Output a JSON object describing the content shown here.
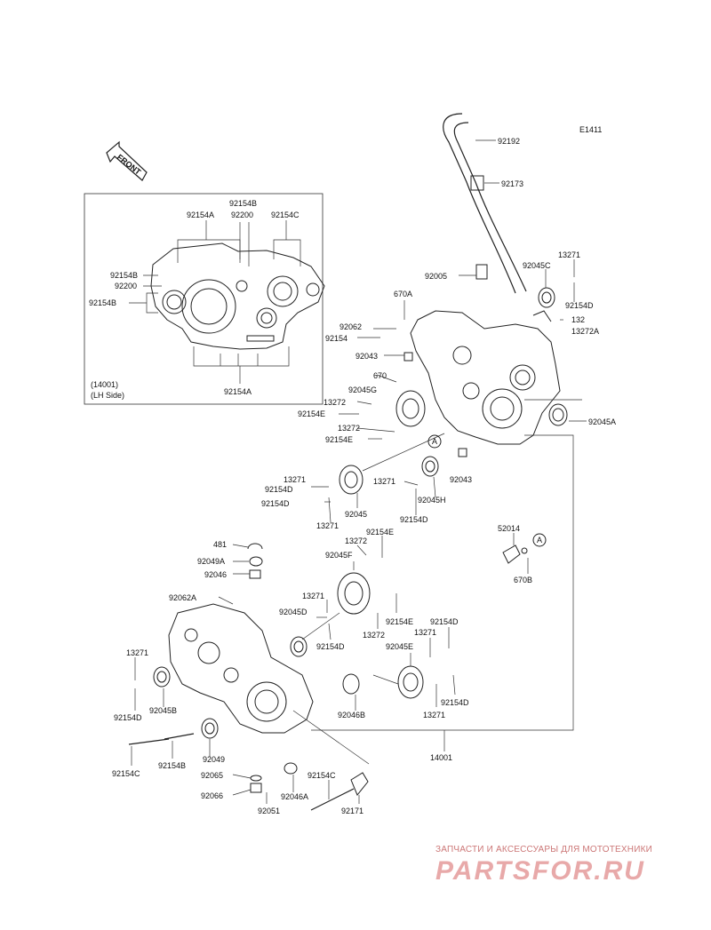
{
  "diagram": {
    "code": "E1411",
    "front_label": "FRONT",
    "inset_caption_code": "(14001)",
    "inset_caption_side": "(LH Side)",
    "labels": [
      {
        "id": "92192",
        "text": "92192"
      },
      {
        "id": "92173",
        "text": "92173"
      },
      {
        "id": "92005",
        "text": "92005"
      },
      {
        "id": "92045C",
        "text": "92045C"
      },
      {
        "id": "13271-a",
        "text": "13271"
      },
      {
        "id": "92154D-a",
        "text": "92154D"
      },
      {
        "id": "132",
        "text": "132"
      },
      {
        "id": "13272A",
        "text": "13272A"
      },
      {
        "id": "670A",
        "text": "670A"
      },
      {
        "id": "92062",
        "text": "92062"
      },
      {
        "id": "92154",
        "text": "92154"
      },
      {
        "id": "92043-a",
        "text": "92043"
      },
      {
        "id": "670",
        "text": "670"
      },
      {
        "id": "92045G",
        "text": "92045G"
      },
      {
        "id": "13272-a",
        "text": "13272"
      },
      {
        "id": "92154E-a",
        "text": "92154E"
      },
      {
        "id": "13272-b",
        "text": "13272"
      },
      {
        "id": "92154E-b",
        "text": "92154E"
      },
      {
        "id": "92045A",
        "text": "92045A"
      },
      {
        "id": "A-1",
        "text": "A"
      },
      {
        "id": "92043-b",
        "text": "92043"
      },
      {
        "id": "13271-b",
        "text": "13271"
      },
      {
        "id": "92154D-b",
        "text": "92154D"
      },
      {
        "id": "92154D-c",
        "text": "92154D"
      },
      {
        "id": "13271-c",
        "text": "13271"
      },
      {
        "id": "92045",
        "text": "92045"
      },
      {
        "id": "13271-d",
        "text": "13271"
      },
      {
        "id": "92045H",
        "text": "92045H"
      },
      {
        "id": "92154D-d",
        "text": "92154D"
      },
      {
        "id": "52014",
        "text": "52014"
      },
      {
        "id": "A-2",
        "text": "A"
      },
      {
        "id": "670B",
        "text": "670B"
      },
      {
        "id": "481",
        "text": "481"
      },
      {
        "id": "92049A",
        "text": "92049A"
      },
      {
        "id": "92046",
        "text": "92046"
      },
      {
        "id": "13272-c",
        "text": "13272"
      },
      {
        "id": "92154E-c",
        "text": "92154E"
      },
      {
        "id": "92045F",
        "text": "92045F"
      },
      {
        "id": "92062A",
        "text": "92062A"
      },
      {
        "id": "13271-e",
        "text": "13271"
      },
      {
        "id": "92045D",
        "text": "92045D"
      },
      {
        "id": "92154E-d",
        "text": "92154E"
      },
      {
        "id": "13272-d",
        "text": "13272"
      },
      {
        "id": "92154D-e",
        "text": "92154D"
      },
      {
        "id": "92154D-f",
        "text": "92154D"
      },
      {
        "id": "13271-f",
        "text": "13271"
      },
      {
        "id": "92045E",
        "text": "92045E"
      },
      {
        "id": "13271-g",
        "text": "13271"
      },
      {
        "id": "92154D-g",
        "text": "92154D"
      },
      {
        "id": "92045B",
        "text": "92045B"
      },
      {
        "id": "92046B",
        "text": "92046B"
      },
      {
        "id": "92154D-h",
        "text": "92154D"
      },
      {
        "id": "13271-h",
        "text": "13271"
      },
      {
        "id": "92049",
        "text": "92049"
      },
      {
        "id": "14001",
        "text": "14001"
      },
      {
        "id": "92154C-a",
        "text": "92154C"
      },
      {
        "id": "92154B-a",
        "text": "92154B"
      },
      {
        "id": "92065",
        "text": "92065"
      },
      {
        "id": "92154C-b",
        "text": "92154C"
      },
      {
        "id": "92066",
        "text": "92066"
      },
      {
        "id": "92051",
        "text": "92051"
      },
      {
        "id": "92046A",
        "text": "92046A"
      },
      {
        "id": "92171",
        "text": "92171"
      },
      {
        "id": "in-92154B-top",
        "text": "92154B"
      },
      {
        "id": "in-92154A",
        "text": "92154A"
      },
      {
        "id": "in-92200",
        "text": "92200"
      },
      {
        "id": "in-92154C",
        "text": "92154C"
      },
      {
        "id": "in-92154B-l",
        "text": "92154B"
      },
      {
        "id": "in-92200-l",
        "text": "92200"
      },
      {
        "id": "in-92154B-l2",
        "text": "92154B"
      },
      {
        "id": "in-92154A-b",
        "text": "92154A"
      }
    ]
  },
  "watermark": {
    "subtitle": "ЗАПЧАСТИ И АКСЕССУАРЫ ДЛЯ МОТОТЕХНИКИ",
    "logo": "PARTSFOR.RU"
  }
}
